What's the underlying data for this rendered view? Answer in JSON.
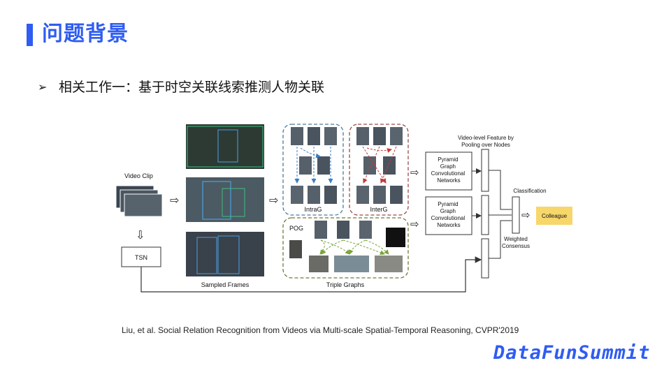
{
  "slide": {
    "title": "问题背景",
    "bullet_marker": "➢",
    "bullet_text": "相关工作一：基于时空关联线索推测人物关联",
    "citation": "Liu, et al. Social Relation Recognition from Videos via Multi-scale Spatial-Temporal Reasoning, CVPR'2019",
    "brand": "DataFunSummit"
  },
  "diagram": {
    "video_clip_label": "Video Clip",
    "tsn_label": "TSN",
    "sampled_frames_label": "Sampled Frames",
    "intrag_label": "IntraG",
    "interg_label": "InterG",
    "pog_label": "POG",
    "triple_graphs_label": "Triple Graphs",
    "video_feature_label_1": "Video-level Feature by",
    "video_feature_label_2": "Pooling over  Nodes",
    "pgcn_lines": [
      "Pyramid",
      "Graph",
      "Convolutional",
      "Networks"
    ],
    "classification_label": "Classification",
    "weighted_label_1": "Weighted",
    "weighted_label_2": "Consensus",
    "result_label": "Colleague",
    "colors": {
      "result_fill": "#f7d66a",
      "intra_dash": "#4a7a9c",
      "inter_dash": "#9c4a4a",
      "pog_dash": "#6e7a3a",
      "arrow_blue": "#3b7fc4",
      "arrow_red": "#c43b3b",
      "arrow_green": "#7aa33b"
    }
  }
}
